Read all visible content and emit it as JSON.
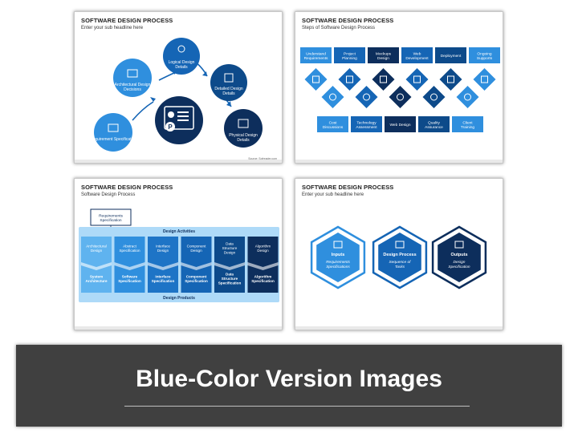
{
  "slide1": {
    "title": "SOFTWARE DESIGN PROCESS",
    "subtitle": "Enter your sub headline here",
    "nodes": [
      "Requirement Specification",
      "Architectural Design Decisions",
      "Logical Design Details",
      "Detailed Design Details",
      "Physical Design Details"
    ],
    "source": "Source: Sofreader.com"
  },
  "slide2": {
    "title": "SOFTWARE DESIGN PROCESS",
    "subtitle": "Steps of Software Design Process",
    "top_labels": [
      "Understand Requirements",
      "Project Planning",
      "Mockups Design",
      "Web Development",
      "Deployment",
      "Ongoing Supports"
    ],
    "bottom_labels": [
      "Cost Discussions",
      "Technology Assessment",
      "Web Design",
      "Quality Assurance",
      "Client Training"
    ]
  },
  "slide3": {
    "title": "SOFTWARE DESIGN PROCESS",
    "subtitle": "Software Design Process",
    "root": "Requirements Specification",
    "activities_label": "Design Activities",
    "products_label": "Design Products",
    "activities": [
      "Architectural Design",
      "Abstract Specification",
      "Interface Design",
      "Component Design",
      "Data Structure Design",
      "Algorithm Design"
    ],
    "products": [
      "System Architecture",
      "Software Specification",
      "Interface Specification",
      "Component Specification",
      "Data Structure Specification",
      "Algorithm Specification"
    ]
  },
  "slide4": {
    "title": "SOFTWARE DESIGN PROCESS",
    "subtitle": "Enter your sub headline here",
    "hexes": [
      {
        "title": "Inputs",
        "desc": "Requirements Specifications"
      },
      {
        "title": "Design Process",
        "desc": "Sequence of Tasks"
      },
      {
        "title": "Outputs",
        "desc": "Design Specification"
      }
    ]
  },
  "banner": {
    "title": "Blue-Color Version Images"
  },
  "colors": {
    "dark": "#0d2e5c",
    "mid": "#1565b5",
    "light": "#2f8fde",
    "pale": "#d6e9f8"
  }
}
